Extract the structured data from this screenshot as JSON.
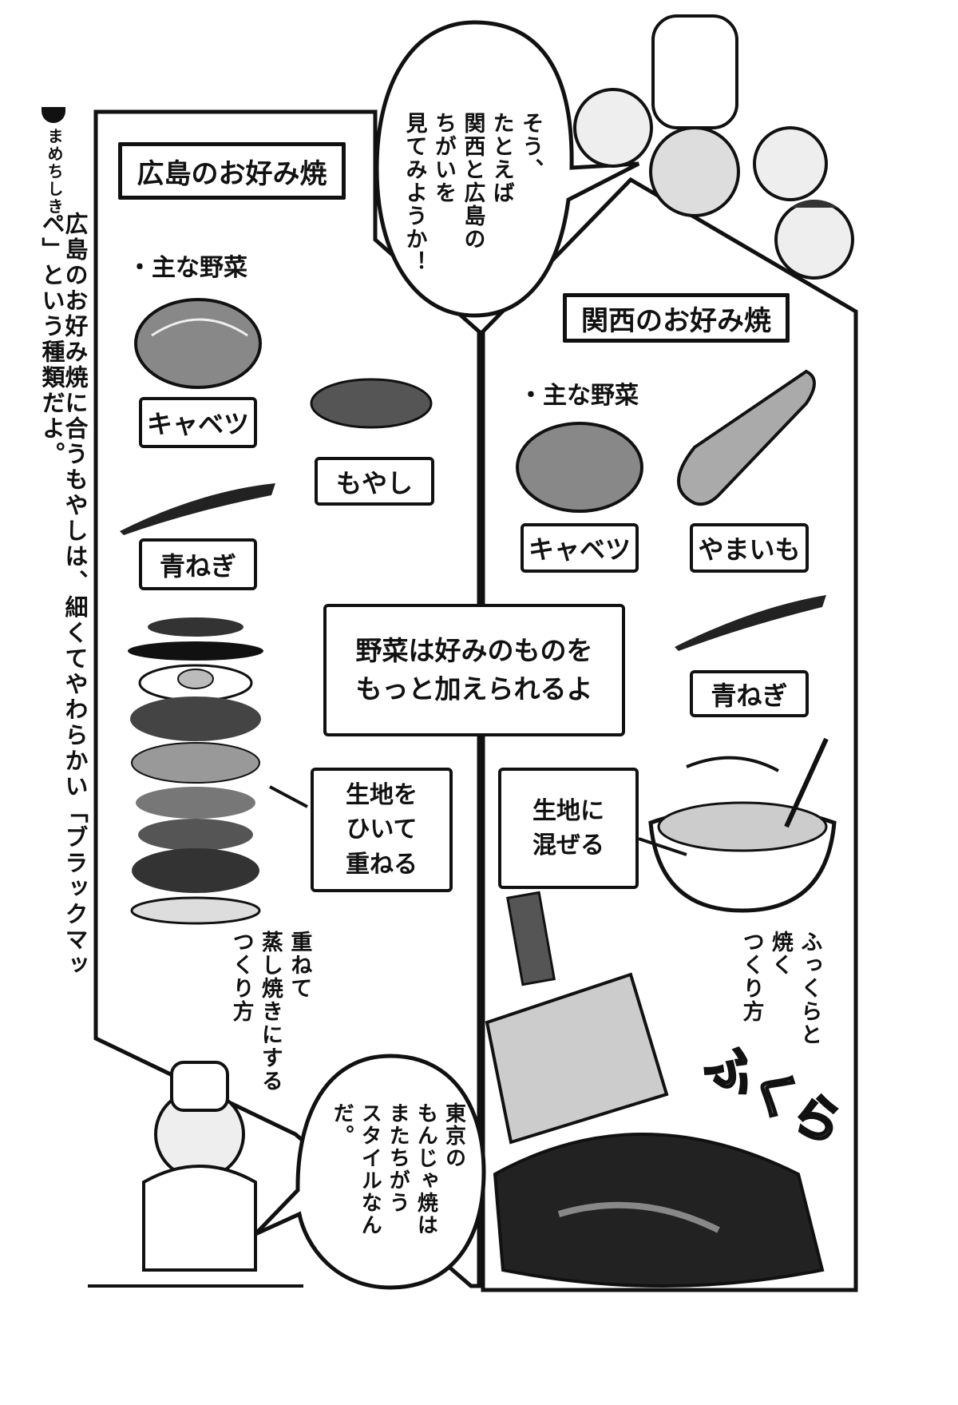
{
  "sidebar_note": {
    "badge": "まめちしき",
    "text": "広島のお好み焼に合うもやしは、細くてやわらかい「ブラックマッペ」という種類だよ。"
  },
  "top_bubble": {
    "lines": [
      "そう、",
      "たとえば",
      "関西と広島の",
      "ちがいを",
      "見てみようか！"
    ]
  },
  "hiroshima": {
    "title": "広島のお好み焼",
    "veg_heading": "・主な野菜",
    "items": [
      "キャベツ",
      "もやし",
      "青ねぎ"
    ],
    "step": [
      "生地を",
      "ひいて",
      "重ねる"
    ],
    "method": [
      "重ねて",
      "蒸し焼きにする",
      "つくり方"
    ]
  },
  "kansai": {
    "title": "関西のお好み焼",
    "veg_heading": "・主な野菜",
    "items": [
      "キャベツ",
      "やまいも",
      "青ねぎ"
    ],
    "step": [
      "生地に",
      "混ぜる"
    ],
    "method": [
      "ふっくらと",
      "焼く",
      "つくり方"
    ],
    "sfx": "ふくら"
  },
  "center_note": [
    "野菜は好みのものを",
    "もっと加えられるよ"
  ],
  "bottom_bubble": {
    "lines": [
      "東京の",
      "もんじゃ焼は",
      "またちがう",
      "スタイルなんだ。"
    ]
  }
}
